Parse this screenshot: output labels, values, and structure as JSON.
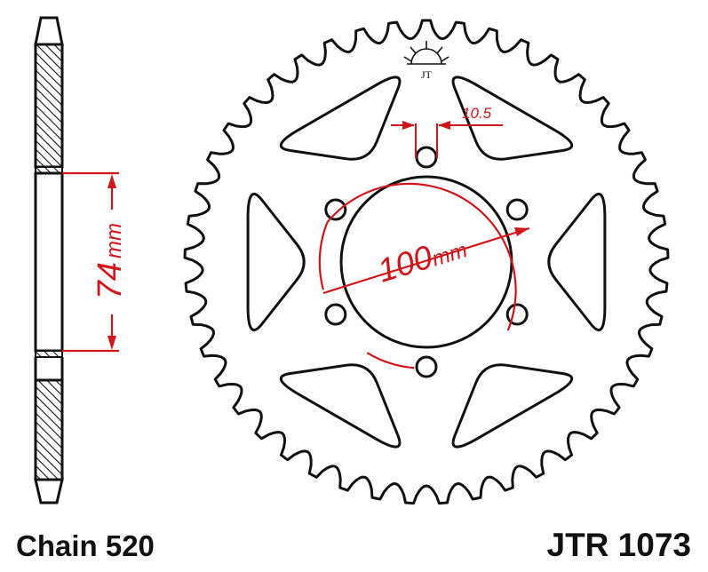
{
  "labels": {
    "chain": "Chain 520",
    "part_number": "JTR 1073"
  },
  "dimensions": {
    "hub_width_value": "74",
    "hub_width_unit": "mm",
    "bolt_circle_value": "100",
    "bolt_circle_unit": "mm",
    "bolt_hole_diameter": "10.5"
  },
  "sprocket": {
    "teeth": 45,
    "bolt_holes": 6,
    "lightening_holes": 6
  },
  "logo_text": "JT",
  "colors": {
    "outline": "#111111",
    "dimension": "#d0161b",
    "hatch": "#111111",
    "background": "#ffffff"
  }
}
